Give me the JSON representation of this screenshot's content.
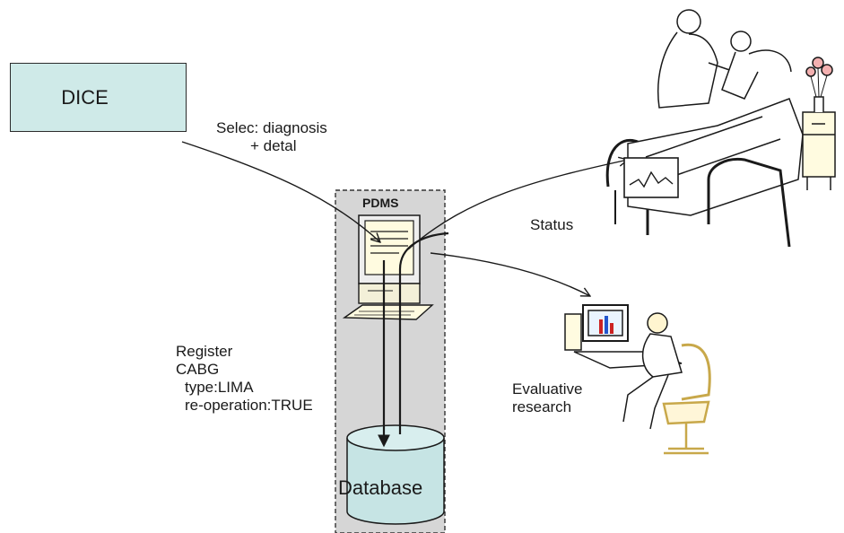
{
  "dice_box": {
    "label": "DICE"
  },
  "select_label": {
    "line1": "Selec: diagnosis",
    "line2": "+ detal"
  },
  "pdms": {
    "title": "PDMS"
  },
  "status_label": "Status",
  "register": {
    "line1": "Register",
    "line2": "CABG",
    "line3": "type:LIMA",
    "line4": "re-operation:TRUE"
  },
  "database": {
    "label": "Database"
  },
  "research_label": {
    "line1": "Evaluative",
    "line2": "research"
  },
  "colors": {
    "dice_fill": "#cfeae8",
    "pdms_fill": "#d6d6d6",
    "database_fill": "#c6e4e4",
    "monitor_fill": "#fffbe0",
    "outline": "#1a1a1a"
  },
  "icons": [
    "computer-icon",
    "database-cylinder",
    "hospital-bed-patient-icon",
    "researcher-at-computer-icon"
  ]
}
